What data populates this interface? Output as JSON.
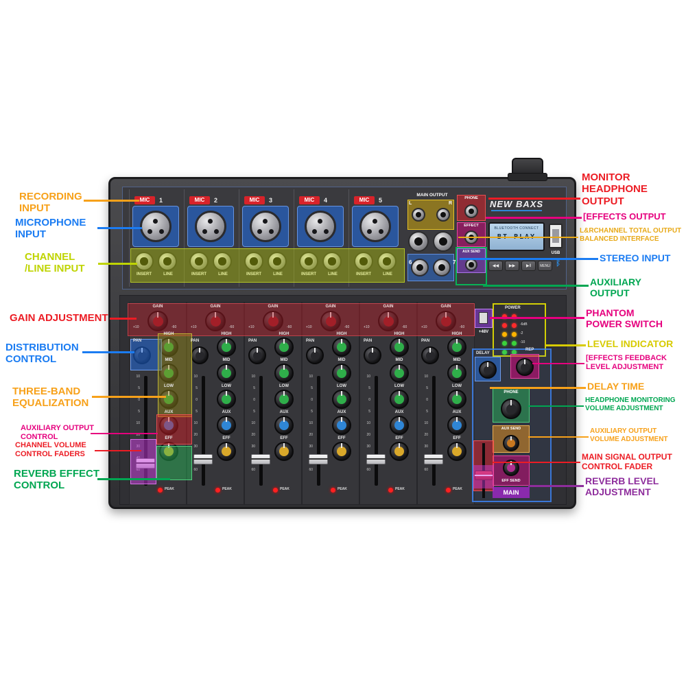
{
  "brand": "NEW BAXS",
  "lcd": {
    "line1": "BLUETOOTH CONNECT",
    "line2": "BT PLAY"
  },
  "usb_label": "USB",
  "transport": [
    "◀◀",
    "▶▶",
    "▶‖",
    "MENU"
  ],
  "icons": {
    "bluetooth": "ᛒ"
  },
  "top_panel": {
    "mic_label": "MIC",
    "channel_numbers": [
      "1",
      "2",
      "3",
      "4",
      "5"
    ],
    "insert_label": "INSERT",
    "line_label": "LINE",
    "main_output_label": "MAIN OUTPUT",
    "rca_labels": [
      "L",
      "R"
    ],
    "stereo_numbers": [
      "6",
      "7"
    ],
    "phone_label": "PHONE",
    "effect_label": "EFFECT",
    "aux_send_label": "AUX SEND"
  },
  "control_panel": {
    "gain_label": "GAIN",
    "gain_marks": [
      "+10",
      "-60"
    ],
    "pan_label": "PAN",
    "fader_scale": [
      "10",
      "5",
      "0",
      "5",
      "10",
      "20",
      "30",
      "40",
      "60"
    ],
    "knob_labels": [
      "HIGH",
      "MID",
      "LOW",
      "AUX",
      "EFF"
    ],
    "peak_label": "PEAK",
    "phantom_label": "+48V",
    "power_label": "POWER",
    "level_marks": [
      "-6dB",
      "-2",
      "-10"
    ],
    "delay_label": "DELAY",
    "rep_label": "REP",
    "phone_label": "PHONE",
    "aux_send_label": "AUX SEND",
    "eff_send_label": "EFF SEND",
    "main_label": "MAIN"
  },
  "callouts_left": [
    {
      "lines": [
        "RECORDING",
        "INPUT"
      ],
      "color": "#F7A11A"
    },
    {
      "lines": [
        "MICROPHONE",
        "INPUT"
      ],
      "color": "#1B7CF2"
    },
    {
      "lines": [
        "CHANNEL",
        "/LINE INPUT"
      ],
      "color": "#BFD400"
    },
    {
      "lines": [
        "GAIN ADJUSTMENT"
      ],
      "color": "#EC1C24"
    },
    {
      "lines": [
        "DISTRIBUTION",
        "CONTROL"
      ],
      "color": "#1B7CF2"
    },
    {
      "lines": [
        "THREE-BAND",
        "EQUALIZATION"
      ],
      "color": "#F7A11A"
    },
    {
      "lines": [
        "AUXILIARY OUTPUT",
        "CONTROL"
      ],
      "color": "#E6007E"
    },
    {
      "lines": [
        "CHANNEL VOLUME",
        "CONTROL FADERS"
      ],
      "color": "#EC1C24"
    },
    {
      "lines": [
        "REVERB EFFECT",
        "CONTROL"
      ],
      "color": "#00A651"
    }
  ],
  "callouts_right": [
    {
      "lines": [
        "MONITOR",
        "HEADPHONE",
        "OUTPUT"
      ],
      "color": "#EC1C24"
    },
    {
      "lines": [
        "[EFFECTS OUTPUT"
      ],
      "color": "#E6007E"
    },
    {
      "lines": [
        "L&RCHANNEL TOTAL OUTPUT",
        "BALANCED INTERFACE"
      ],
      "color": "#E8A918"
    },
    {
      "lines": [
        "STEREO INPUT"
      ],
      "color": "#1B7CF2"
    },
    {
      "lines": [
        "AUXILIARY",
        "OUTPUT"
      ],
      "color": "#00A651"
    },
    {
      "lines": [
        "PHANTOM",
        "POWER SWITCH"
      ],
      "color": "#E6007E"
    },
    {
      "lines": [
        "LEVEL INDICATOR"
      ],
      "color": "#D7CB00"
    },
    {
      "lines": [
        "[EFFECTS FEEDBACK",
        "LEVEL ADJUSTMENT"
      ],
      "color": "#E6007E"
    },
    {
      "lines": [
        "DELAY TIME"
      ],
      "color": "#F7A11A"
    },
    {
      "lines": [
        "HEADPHONE MONITORING",
        "VOLUME ADJUSTMENT"
      ],
      "color": "#00A651"
    },
    {
      "lines": [
        "AUXILIARY OUTPUT",
        "VOLUME ADJUSTMENT"
      ],
      "color": "#F7A11A"
    },
    {
      "lines": [
        "MAIN SIGNAL OUTPUT",
        "CONTROL FADER"
      ],
      "color": "#EC1C24"
    },
    {
      "lines": [
        "REVERB LEVEL",
        "ADJUSTMENT"
      ],
      "color": "#8E2D9C"
    }
  ]
}
